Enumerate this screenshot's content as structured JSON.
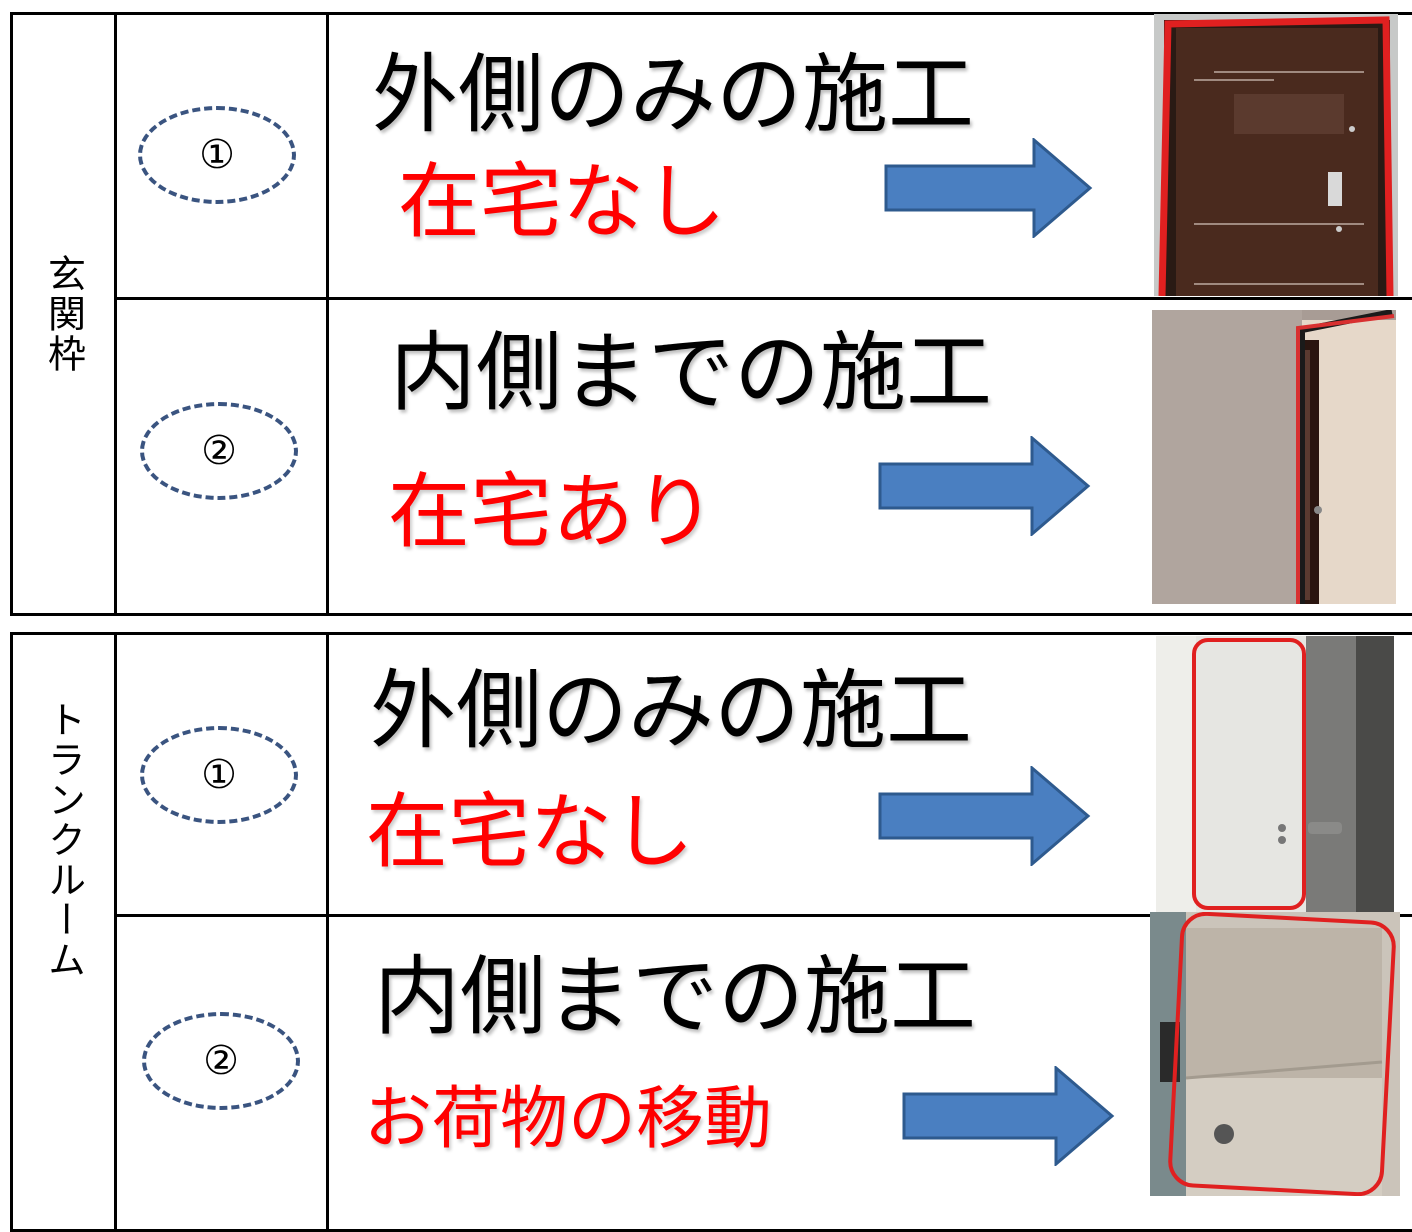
{
  "colors": {
    "status_red": "#ff0000",
    "arrow_fill": "#4a7fc1",
    "arrow_stroke": "#2e5a8e",
    "marker_dash": "#3a5480",
    "door_brown": "#4a2a1e",
    "highlight_red": "#e02020"
  },
  "sections": [
    {
      "label": "玄関枠",
      "rows": [
        {
          "marker": "①",
          "title": "外側のみの施工",
          "status": "在宅なし",
          "photo_icon": "door-exterior-photo"
        },
        {
          "marker": "②",
          "title": "内側までの施工",
          "status": "在宅あり",
          "photo_icon": "door-interior-photo"
        }
      ]
    },
    {
      "label": "トランクルーム",
      "rows": [
        {
          "marker": "①",
          "title": "外側のみの施工",
          "status": "在宅なし",
          "photo_icon": "storage-door-photo"
        },
        {
          "marker": "②",
          "title": "内側までの施工",
          "status": "お荷物の移動",
          "photo_icon": "storage-interior-photo"
        }
      ]
    }
  ]
}
